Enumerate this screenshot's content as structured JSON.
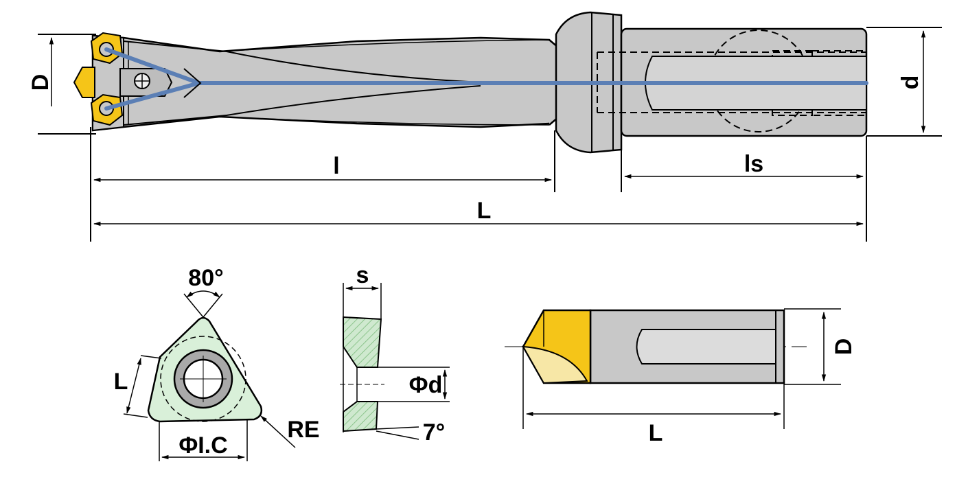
{
  "drill": {
    "dim_D": "D",
    "dim_d": "d",
    "dim_l": "l",
    "dim_ls": "ls",
    "dim_L": "L"
  },
  "insert": {
    "angle": "80°",
    "side_L": "L",
    "ic": "ΦI.C",
    "re": "RE"
  },
  "section": {
    "s": "s",
    "phi_d": "Φd",
    "angle": "7°"
  },
  "center_drill": {
    "dim_D": "D",
    "dim_L": "L"
  },
  "colors": {
    "body_gray": "#c8c8c8",
    "insert_yellow": "#f5c518",
    "insert_green": "#d9f0d9",
    "coolant_blue": "#5b7fb5",
    "hatch_green": "#9fce9f",
    "tip_light": "#f7e7a6"
  }
}
